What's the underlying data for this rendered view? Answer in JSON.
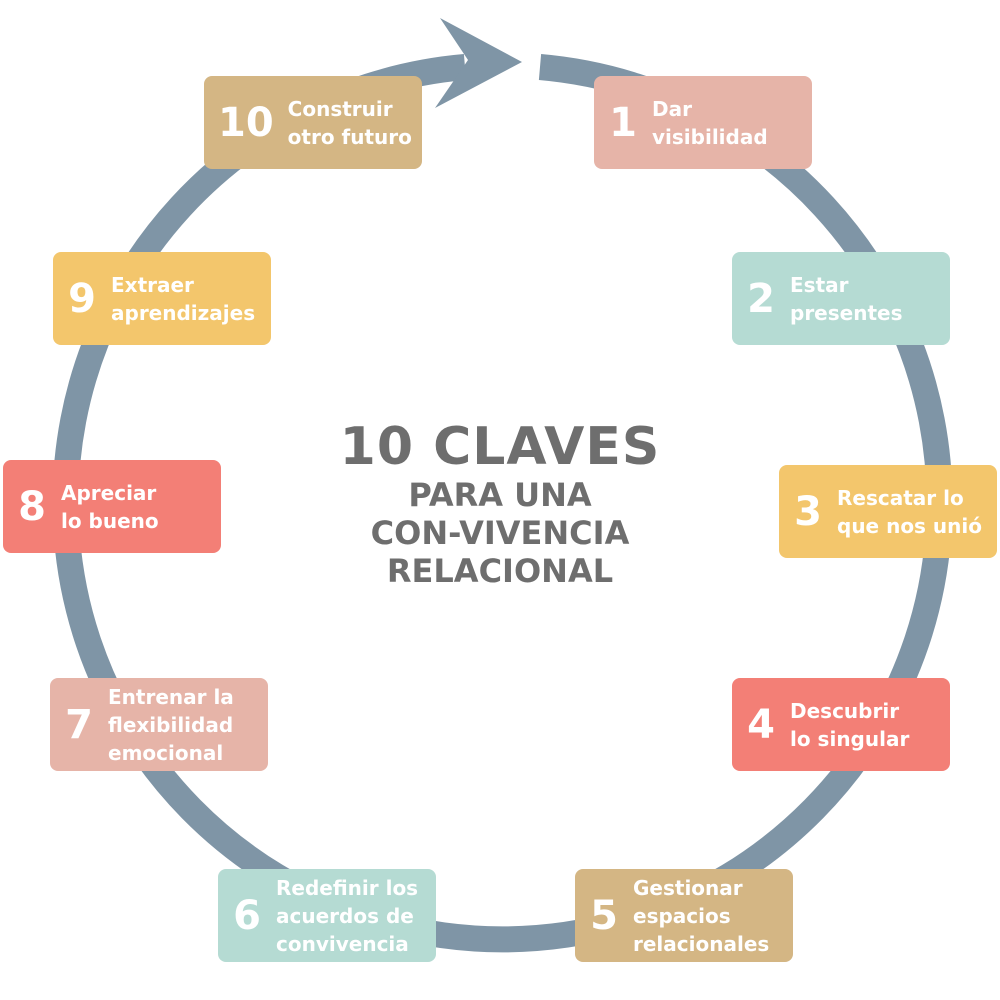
{
  "title": {
    "line1": "10 CLAVES",
    "line2": "PARA UNA",
    "line3": "CON-VIVENCIA",
    "line4": "RELACIONAL"
  },
  "colors": {
    "ring": "#7f95a6",
    "salmon": "#e6b4a8",
    "mint": "#b5dbd3",
    "sand": "#d4b684",
    "yellow": "#f3c66c",
    "coral": "#f37f76",
    "text": "#6e6e6e"
  },
  "steps": [
    {
      "number": "1",
      "label": "Dar\nvisibilidad"
    },
    {
      "number": "2",
      "label": "Estar\npresentes"
    },
    {
      "number": "3",
      "label": "Rescatar lo\nque nos unió"
    },
    {
      "number": "4",
      "label": "Descubrir\nlo singular"
    },
    {
      "number": "5",
      "label": "Gestionar\nespacios\nrelacionales"
    },
    {
      "number": "6",
      "label": "Redefinir los\nacuerdos de\nconvivencia"
    },
    {
      "number": "7",
      "label": "Entrenar la\nflexibilidad\nemocional"
    },
    {
      "number": "8",
      "label": "Apreciar\nlo bueno"
    },
    {
      "number": "9",
      "label": "Extraer\naprendizajes"
    },
    {
      "number": "10",
      "label": "Construir\notro futuro"
    }
  ]
}
